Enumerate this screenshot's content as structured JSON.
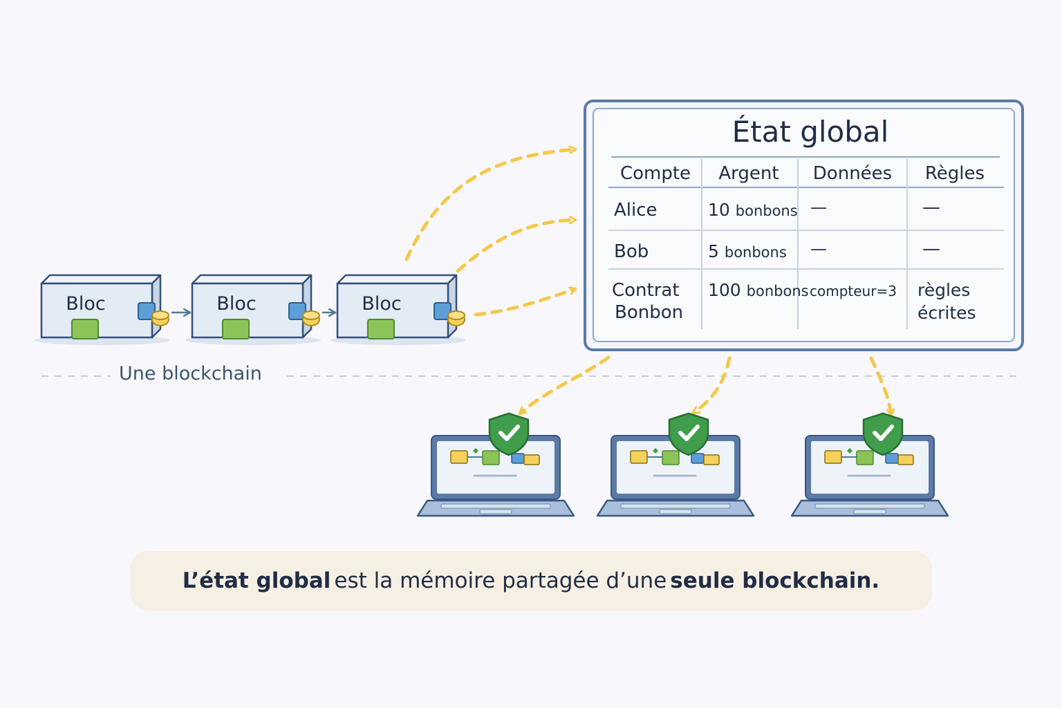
{
  "chain": {
    "blocks": [
      {
        "label": "Bloc"
      },
      {
        "label": "Bloc"
      },
      {
        "label": "Bloc"
      }
    ],
    "caption": "Une blockchain"
  },
  "state_table": {
    "title": "État global",
    "columns": [
      "Compte",
      "Argent",
      "Données",
      "Règles"
    ],
    "rows": [
      {
        "account": [
          "Alice"
        ],
        "money_amount": "10",
        "money_unit": "bonbons",
        "data": "—",
        "rules": [
          "—"
        ]
      },
      {
        "account": [
          "Bob"
        ],
        "money_amount": "5",
        "money_unit": "bonbons",
        "data": "—",
        "rules": [
          "—"
        ]
      },
      {
        "account": [
          "Contrat",
          "Bonbon"
        ],
        "money_amount": "100",
        "money_unit": "bonbons",
        "data": "compteur=3",
        "rules": [
          "règles",
          "écrites"
        ]
      }
    ]
  },
  "nodes": [
    {
      "icon": "laptop-icon",
      "badge": "check-shield-icon"
    },
    {
      "icon": "laptop-icon",
      "badge": "check-shield-icon"
    },
    {
      "icon": "laptop-icon",
      "badge": "check-shield-icon"
    }
  ],
  "summary": {
    "part1_bold": "L’état global",
    "part2": "est la mémoire partagée d’une",
    "part3_bold": "seule blockchain."
  },
  "colors": {
    "block_fill": "#e3ebf5",
    "block_stroke": "#34507a",
    "green_cube": "#8dc45a",
    "yellow_coin": "#f3d15a",
    "blue_cube": "#5b9fd6",
    "arrow_yellow": "#f3c94a",
    "shield_green": "#3f9d4b",
    "caption_bg": "#f6efe3"
  }
}
